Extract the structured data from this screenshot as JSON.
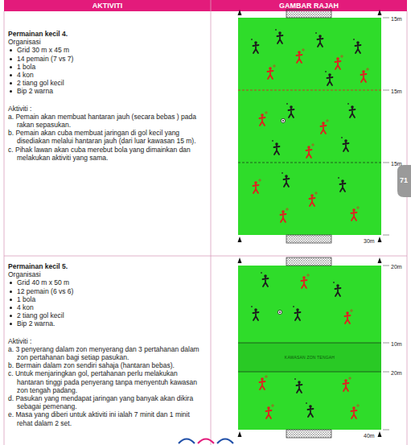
{
  "diagram": {
    "nodes": [
      {
        "text": [
          "AKTIVITI"
        ]
      },
      {
        "text": [
          "GAMBAR RAJAH"
        ]
      },
      {
        "text": [
          "Permainan kecil 4.",
          "Organisasi",
          "Grid 30 m x 45 m",
          "14 pemain (7 vs 7)",
          "1 bola",
          "4 kon",
          "2 tiang gol kecil",
          "Bip 2 warna",
          "Aktiviti :",
          "a. Pemain akan membuat hantaran jauh (secara bebas ) pada rakan sepasukan.",
          "b. Pemain akan cuba membuat jaringan di gol kecil yang disediakan melalui hantaran jauh (dari luar kawasan 15 m).",
          "c. Pihak lawan akan cuba merebut bola yang dimainkan dan melakukan aktiviti yang sama."
        ]
      },
      {
        "text": [
          "Permainan kecil 5.",
          "Organisasi",
          "Grid 40 m x 50 m",
          "12 pemain (6 vs 6)",
          "1 bola",
          "4 kon",
          "2 tiang gol kecil",
          "Bip 2 warna.",
          "Aktiviti :",
          "a. 3 penyerang dalam zon menyerang dan 3 pertahanan dalam zon pertahanan bagi setiap pasukan.",
          "b. Bermain dalam zon sendiri sahaja (hantaran bebas).",
          "c. Untuk menjaringkan gol, pertahanan perlu melakukan hantaran tinggi pada penyerang tanpa menyentuh kawasan zon tengah padang.",
          "d. Pasukan yang mendapat jaringan yang banyak akan dikira sebagai pemenang.",
          "e. Masa yang diberi untuk aktiviti ini ialah 7 minit dan 1 minit rehat dalam 2 set."
        ]
      }
    ],
    "labels": [
      "15m",
      "15m",
      "15m",
      "30m",
      "20m",
      "10m",
      "KAWASAN ZON TENGAH",
      "20m",
      "40m",
      "71"
    ]
  }
}
